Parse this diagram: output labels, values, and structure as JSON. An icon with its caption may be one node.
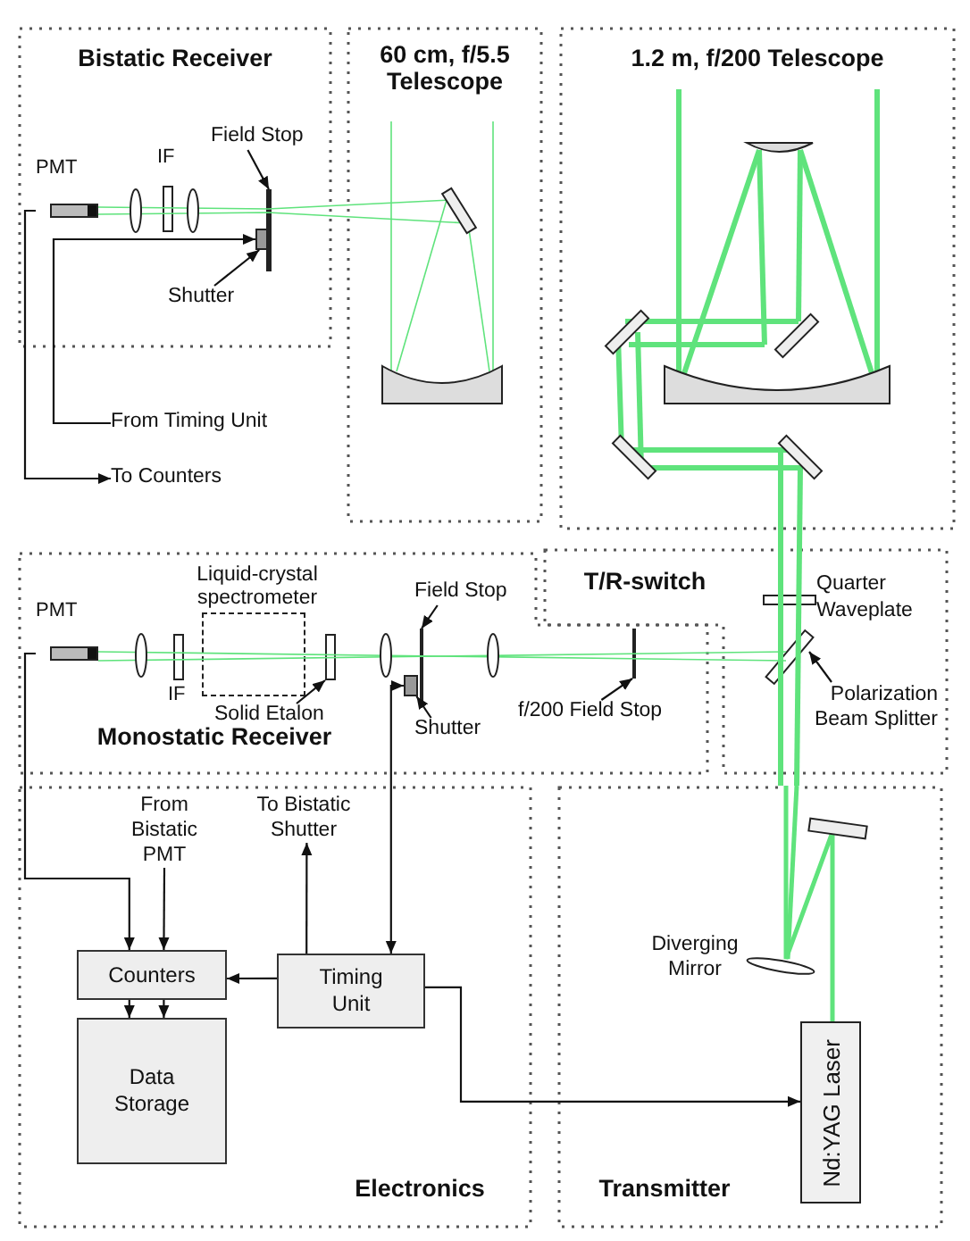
{
  "diagram": {
    "nodes": [
      {
        "text": [
          "Bistatic Receiver"
        ]
      },
      {
        "text": [
          "60 cm, f/5.5 Telescope"
        ]
      },
      {
        "text": [
          "1.2 m, f/200 Telescope"
        ]
      },
      {
        "text": [
          "Monostatic Receiver"
        ]
      },
      {
        "text": [
          "T/R-switch"
        ]
      },
      {
        "text": [
          "Electronics"
        ]
      },
      {
        "text": [
          "Transmitter"
        ]
      },
      {
        "text": [
          "PMT"
        ],
        "in": 0
      },
      {
        "text": [
          "IF"
        ],
        "in": 0
      },
      {
        "text": [
          "Field Stop"
        ],
        "in": 0
      },
      {
        "text": [],
        "shape": "bar",
        "in": 0
      },
      {
        "text": [
          "Shutter"
        ],
        "in": 0
      },
      {
        "text": [],
        "shape": "box",
        "in": 0
      },
      {
        "text": [
          "From Timing Unit"
        ]
      },
      {
        "text": [
          "To Counters"
        ]
      },
      {
        "text": [
          "PMT"
        ],
        "in": 3
      },
      {
        "text": [
          "IF"
        ],
        "in": 3
      },
      {
        "text": [
          "Liquid-crystal spectrometer"
        ],
        "in": 3
      },
      {
        "text": [
          "Solid Etalon"
        ],
        "in": 3
      },
      {
        "text": [],
        "shape": "bar",
        "in": 3
      },
      {
        "text": [
          "Field Stop"
        ],
        "in": 3
      },
      {
        "text": [],
        "shape": "bar",
        "in": 3
      },
      {
        "text": [
          "Shutter"
        ],
        "in": 3
      },
      {
        "text": [],
        "shape": "box",
        "in": 3
      },
      {
        "text": [
          "f/200 Field Stop"
        ],
        "in": 3
      },
      {
        "text": [],
        "shape": "bar",
        "in": 3
      },
      {
        "text": [
          "Quarter Waveplate"
        ],
        "in": 4
      },
      {
        "text": [
          "Polarization Beam Splitter"
        ],
        "in": 4
      },
      {
        "text": [],
        "shape": "bar",
        "in": 4
      },
      {
        "text": [
          "From Bistatic PMT"
        ],
        "in": 5
      },
      {
        "text": [
          "To Bistatic Shutter"
        ],
        "in": 5
      },
      {
        "text": [
          "Counters"
        ],
        "in": 5
      },
      {
        "text": [
          "Timing Unit"
        ],
        "in": 5
      },
      {
        "text": [
          "Data Storage"
        ],
        "in": 5
      },
      {
        "text": [
          "Nd:YAG Laser"
        ],
        "in": 6
      }
    ],
    "edges": [
      {
        "from": 7,
        "to": 14,
        "arrow": "to"
      },
      {
        "from": 13,
        "to": 12,
        "arrow": "to"
      },
      {
        "from": 9,
        "to": 10,
        "arrow": "to"
      },
      {
        "from": 11,
        "to": 12,
        "arrow": "to"
      },
      {
        "from": 15,
        "to": 31,
        "arrow": "to"
      },
      {
        "from": 29,
        "to": 31,
        "arrow": "to"
      },
      {
        "from": 31,
        "to": 33,
        "arrow": "to"
      },
      {
        "from": 31,
        "to": 33,
        "arrow": "to"
      },
      {
        "from": 32,
        "to": 31,
        "arrow": "to"
      },
      {
        "from": 32,
        "to": 30,
        "arrow": "to"
      },
      {
        "from": 23,
        "to": 32,
        "arrow": "both"
      },
      {
        "from": 32,
        "to": 34,
        "arrow": "to"
      },
      {
        "from": 18,
        "to": 19,
        "arrow": "to"
      },
      {
        "from": 20,
        "to": 21,
        "arrow": "to"
      },
      {
        "from": 22,
        "to": 23,
        "arrow": "to"
      },
      {
        "from": 24,
        "to": 25,
        "arrow": "to"
      },
      {
        "from": 27,
        "to": 28,
        "arrow": "to"
      }
    ],
    "labels": [
      "Diverging Mirror"
    ]
  }
}
